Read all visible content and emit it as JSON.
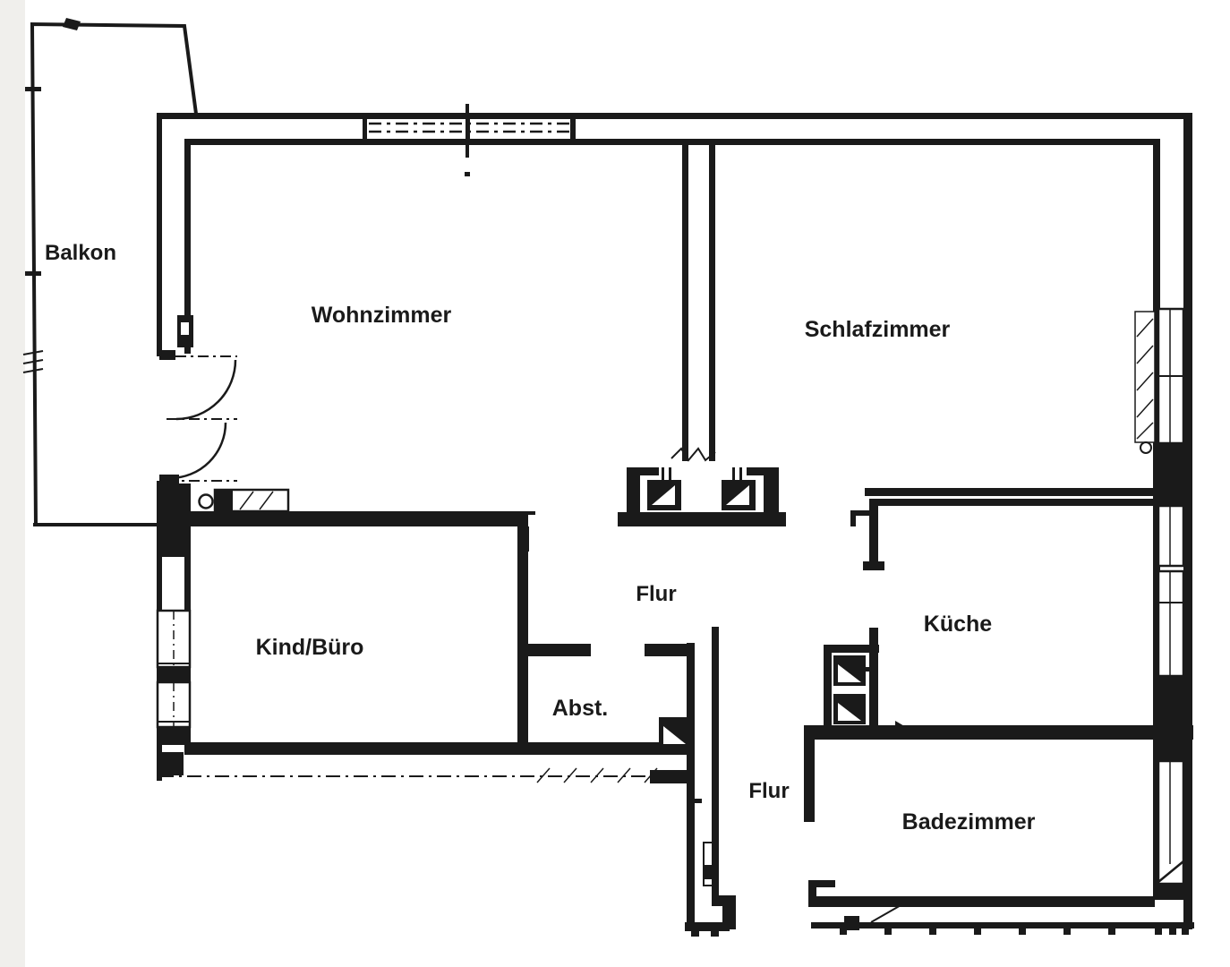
{
  "colors": {
    "ink": "#1a1a1a",
    "paper": "#ffffff",
    "margin": "#f0efec"
  },
  "rooms": [
    {
      "id": "balkon",
      "label": "Balkon"
    },
    {
      "id": "wohnzimmer",
      "label": "Wohnzimmer"
    },
    {
      "id": "schlafzimmer",
      "label": "Schlafzimmer"
    },
    {
      "id": "flur-oben",
      "label": "Flur"
    },
    {
      "id": "kueche",
      "label": "Küche"
    },
    {
      "id": "kind-buero",
      "label": "Kind/Büro"
    },
    {
      "id": "abstellraum",
      "label": "Abst."
    },
    {
      "id": "flur-unten",
      "label": "Flur"
    },
    {
      "id": "badezimmer",
      "label": "Badezimmer"
    }
  ]
}
